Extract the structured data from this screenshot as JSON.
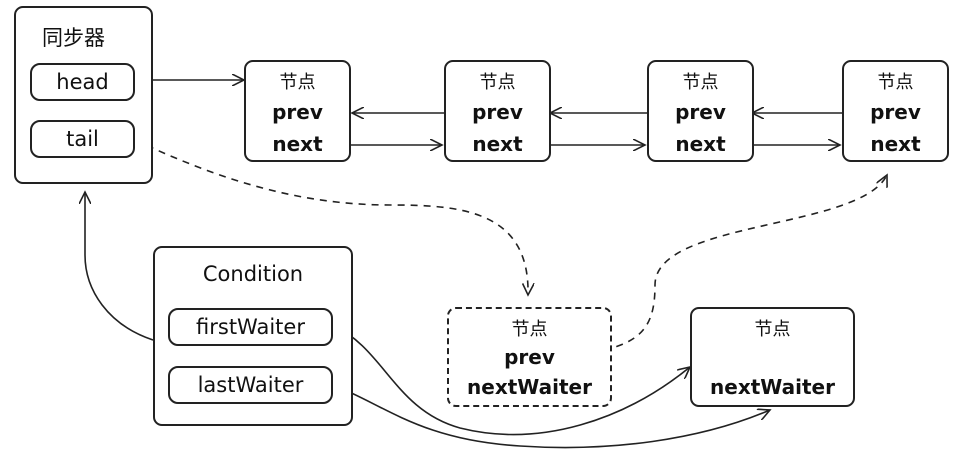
{
  "sync": {
    "title": "同步器",
    "head": "head",
    "tail": "tail"
  },
  "nodes": [
    {
      "title": "节点",
      "prev": "prev",
      "next": "next"
    },
    {
      "title": "节点",
      "prev": "prev",
      "next": "next"
    },
    {
      "title": "节点",
      "prev": "prev",
      "next": "next"
    },
    {
      "title": "节点",
      "prev": "prev",
      "next": "next"
    }
  ],
  "condition": {
    "title": "Condition",
    "first": "firstWaiter",
    "last": "lastWaiter"
  },
  "waiter_node": {
    "title": "节点",
    "prev": "prev",
    "next_waiter": "nextWaiter"
  },
  "last_node": {
    "title": "节点",
    "next_waiter": "nextWaiter"
  }
}
